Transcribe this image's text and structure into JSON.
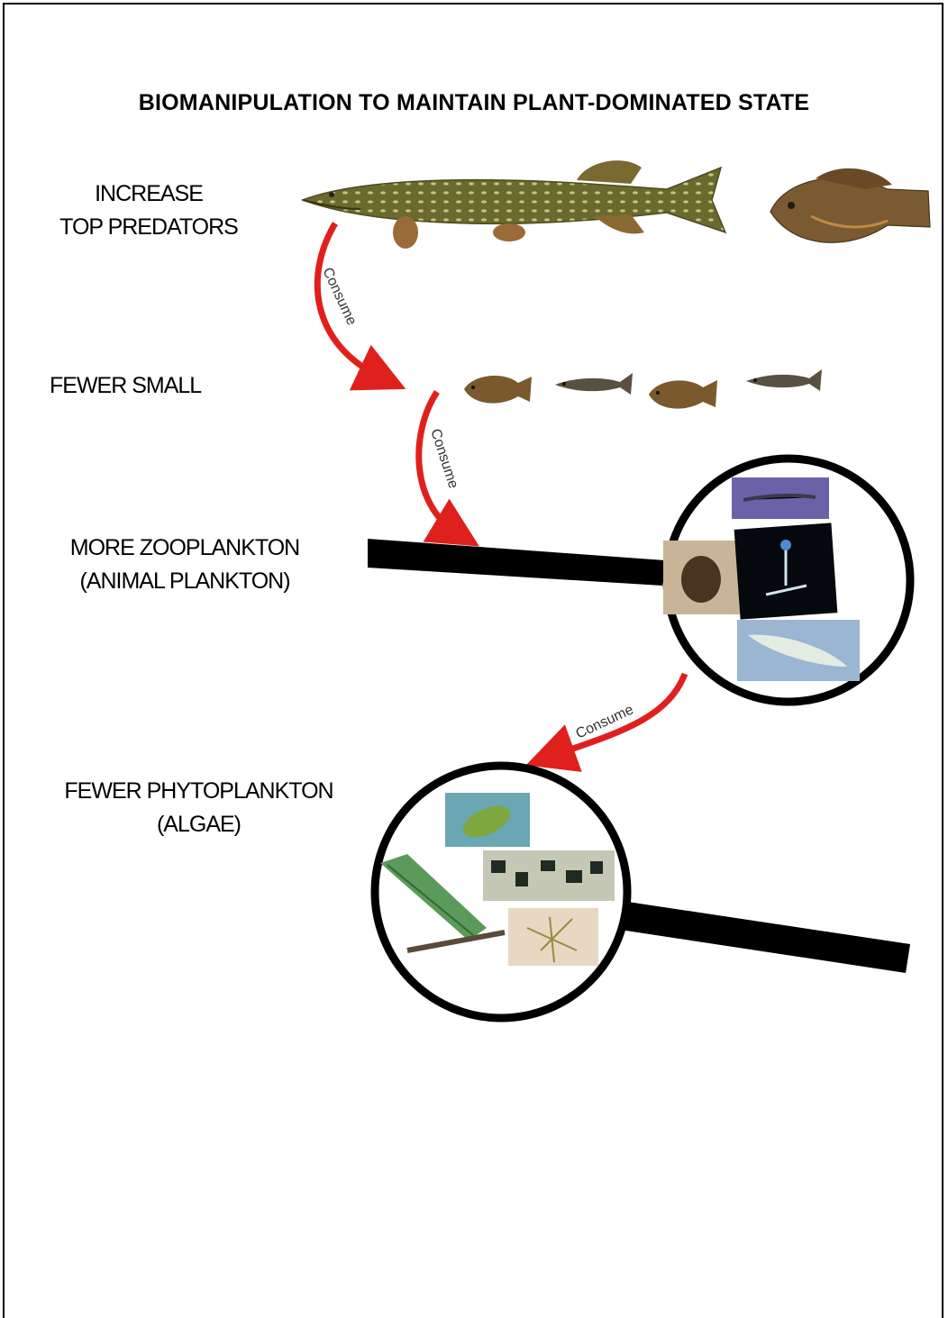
{
  "title": "BIOMANIPULATION TO MAINTAIN PLANT-DOMINATED STATE",
  "levels": [
    {
      "line1": "INCREASE",
      "line2": "TOP PREDATORS",
      "image": "pike-and-sunfish"
    },
    {
      "line1": "FEWER SMALL",
      "line2": "",
      "image": "small-fish-row"
    },
    {
      "line1": "MORE ZOOPLANKTON",
      "line2": "(ANIMAL PLANKTON)",
      "image": "magnifier-zooplankton"
    },
    {
      "line1": "FEWER PHYTOPLANKTON",
      "line2": "(ALGAE)",
      "image": "magnifier-algae"
    }
  ],
  "arrows": [
    {
      "label": "Consume",
      "from": "top-predators",
      "to": "small-fish"
    },
    {
      "label": "Consume",
      "from": "small-fish",
      "to": "zooplankton"
    },
    {
      "label": "Consume",
      "from": "zooplankton",
      "to": "phytoplankton"
    }
  ],
  "colors": {
    "arrow": "#e0201c",
    "lens_ring": "#000000",
    "fish_body": "#6d5a2c"
  }
}
